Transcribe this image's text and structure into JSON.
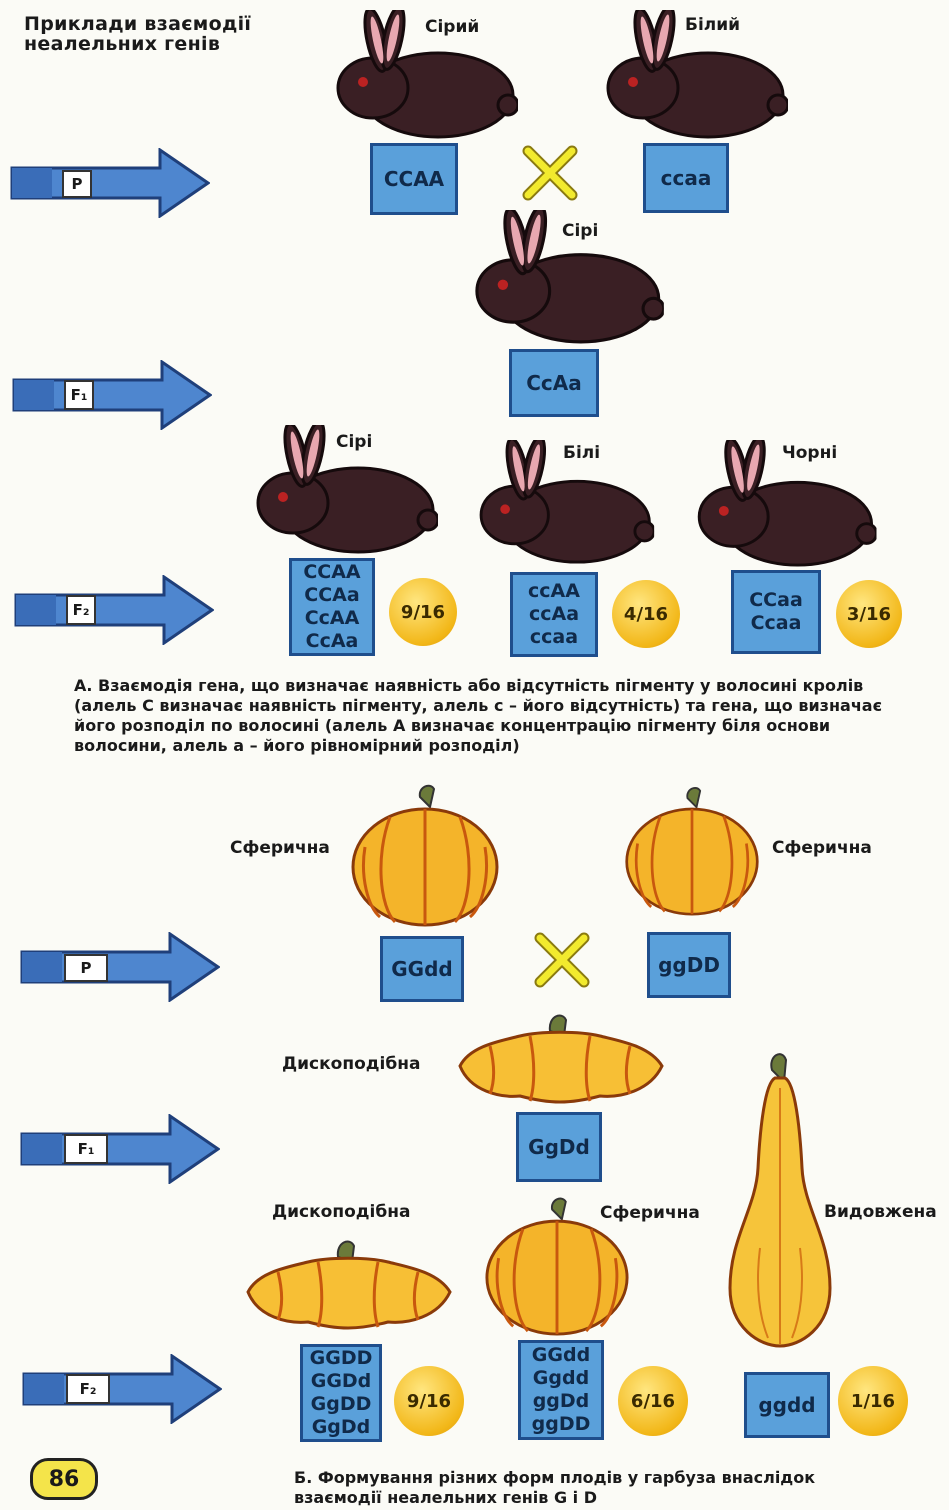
{
  "heading": "Приклади взаємодії неалельних генів",
  "colors": {
    "box": "#5aa0da",
    "box_border": "#1f4e8c",
    "ratio": "#f2b718",
    "cross": "#f2ea2e",
    "arrow": "#4e86cf"
  },
  "generation_tags": {
    "p": "P",
    "f1": "F₁",
    "f2": "F₂"
  },
  "section_a": {
    "parents": [
      {
        "label": "Сірий",
        "genotype": "CCAA",
        "icon": "gray-rabbit-icon"
      },
      {
        "label": "Білий",
        "genotype": "ccaa",
        "icon": "white-rabbit-icon"
      }
    ],
    "f1": {
      "label": "Сірі",
      "genotype": "CcAa",
      "icon": "gray-rabbit-icon"
    },
    "f2": [
      {
        "label": "Сірі",
        "genotypes": [
          "CCAA",
          "CCAa",
          "CcAA",
          "CcAa"
        ],
        "ratio": "9/16",
        "icon": "gray-rabbit-icon"
      },
      {
        "label": "Білі",
        "genotypes": [
          "ccAA",
          "ccAa",
          "ccaa"
        ],
        "ratio": "4/16",
        "icon": "white-rabbit-icon"
      },
      {
        "label": "Чорні",
        "genotypes": [
          "CCaa",
          "Ccaa"
        ],
        "ratio": "3/16",
        "icon": "black-rabbit-icon"
      }
    ],
    "caption": "А. Взаємодія гена, що визначає наявність або відсутність пігменту у волосині кролів (алель С визначає наявність пігменту, алель с – його відсутність) та гена, що визначає його розподіл по волосині (алель А визначає концентрацію пігменту біля основи волосини, алель а – його рівномірний розподіл)"
  },
  "section_b": {
    "parents": [
      {
        "label": "Сферична",
        "genotype": "GGdd",
        "icon": "spherical-pumpkin-icon"
      },
      {
        "label": "Сферична",
        "genotype": "ggDD",
        "icon": "spherical-pumpkin-icon"
      }
    ],
    "f1": {
      "label": "Дископодібна",
      "genotype": "GgDd",
      "icon": "disc-pumpkin-icon"
    },
    "f2": [
      {
        "label": "Дископодібна",
        "genotypes": [
          "GGDD",
          "GGDd",
          "GgDD",
          "GgDd"
        ],
        "ratio": "9/16",
        "icon": "disc-pumpkin-icon"
      },
      {
        "label": "Сферична",
        "genotypes": [
          "GGdd",
          "Ggdd",
          "ggDd",
          "ggDD"
        ],
        "ratio": "6/16",
        "icon": "spherical-pumpkin-icon"
      },
      {
        "label": "Видовжена",
        "genotypes": [
          "ggdd"
        ],
        "ratio": "1/16",
        "icon": "elongated-pumpkin-icon"
      }
    ],
    "caption": "Б. Формування різних форм плодів у гарбуза внаслідок взаємодії неалельних генів G і D"
  },
  "page_number": "86"
}
